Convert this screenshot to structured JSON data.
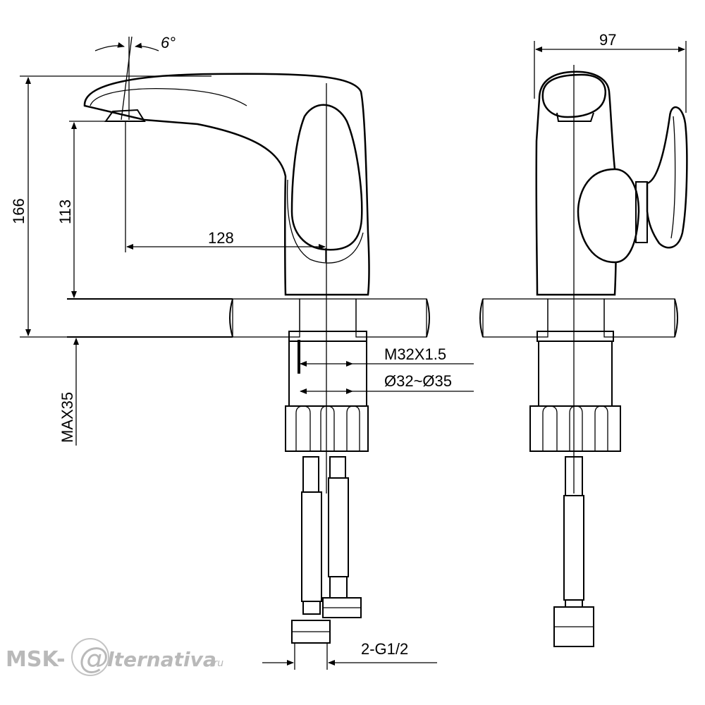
{
  "dimensions": {
    "angle": "6°",
    "total_height": "166",
    "spout_height": "113",
    "spout_reach": "128",
    "width": "97",
    "thread": "M32X1.5",
    "hole_diameter": "Ø32~Ø35",
    "max_counter_thickness": "MAX35",
    "connection": "2-G1/2"
  },
  "watermark": {
    "prefix": "MSK-",
    "at": "@",
    "suffix": "lternativa",
    "domain": ".ru"
  }
}
